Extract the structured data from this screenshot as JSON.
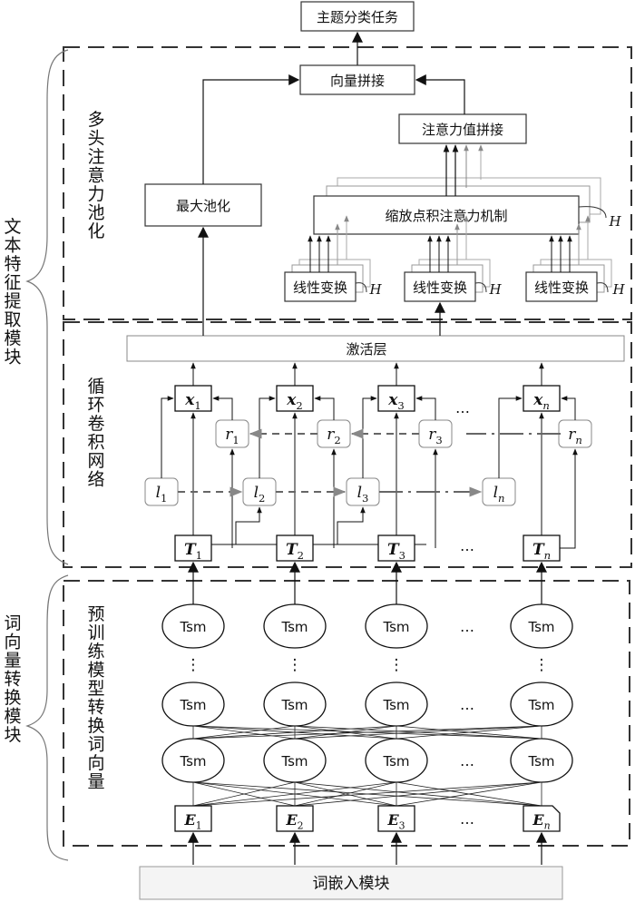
{
  "top_task": "主题分类任务",
  "concat": "向量拼接",
  "attn_concat": "注意力值拼接",
  "max_pool": "最大池化",
  "scaled_dot": "缩放点积注意力机制",
  "linear": "线性变换",
  "head_label": "H",
  "activation": "激活层",
  "section_mhap": "多头注意力池化",
  "section_rcnn": "循环卷积网络",
  "section_pretrain": "预训练模型转换词向量",
  "module_text": "文本特征提取模块",
  "module_word": "词向量转换模块",
  "embed": "词嵌入模块",
  "x_nodes": [
    {
      "base": "x",
      "sub": "1"
    },
    {
      "base": "x",
      "sub": "2"
    },
    {
      "base": "x",
      "sub": "3"
    },
    {
      "base": "x",
      "sub": "n"
    }
  ],
  "r_nodes": [
    {
      "base": "r",
      "sub": "1"
    },
    {
      "base": "r",
      "sub": "2"
    },
    {
      "base": "r",
      "sub": "3"
    },
    {
      "base": "r",
      "sub": "n"
    }
  ],
  "l_nodes": [
    {
      "base": "l",
      "sub": "1"
    },
    {
      "base": "l",
      "sub": "2"
    },
    {
      "base": "l",
      "sub": "3"
    },
    {
      "base": "l",
      "sub": "n"
    }
  ],
  "t_nodes": [
    {
      "base": "T",
      "sub": "1"
    },
    {
      "base": "T",
      "sub": "2"
    },
    {
      "base": "T",
      "sub": "3"
    },
    {
      "base": "T",
      "sub": "n"
    }
  ],
  "e_nodes": [
    {
      "base": "E",
      "sub": "1"
    },
    {
      "base": "E",
      "sub": "2"
    },
    {
      "base": "E",
      "sub": "3"
    },
    {
      "base": "E",
      "sub": "n"
    }
  ],
  "tsm": "Tsm",
  "ellipsis_h": "…",
  "ellipsis_v": "⋮"
}
